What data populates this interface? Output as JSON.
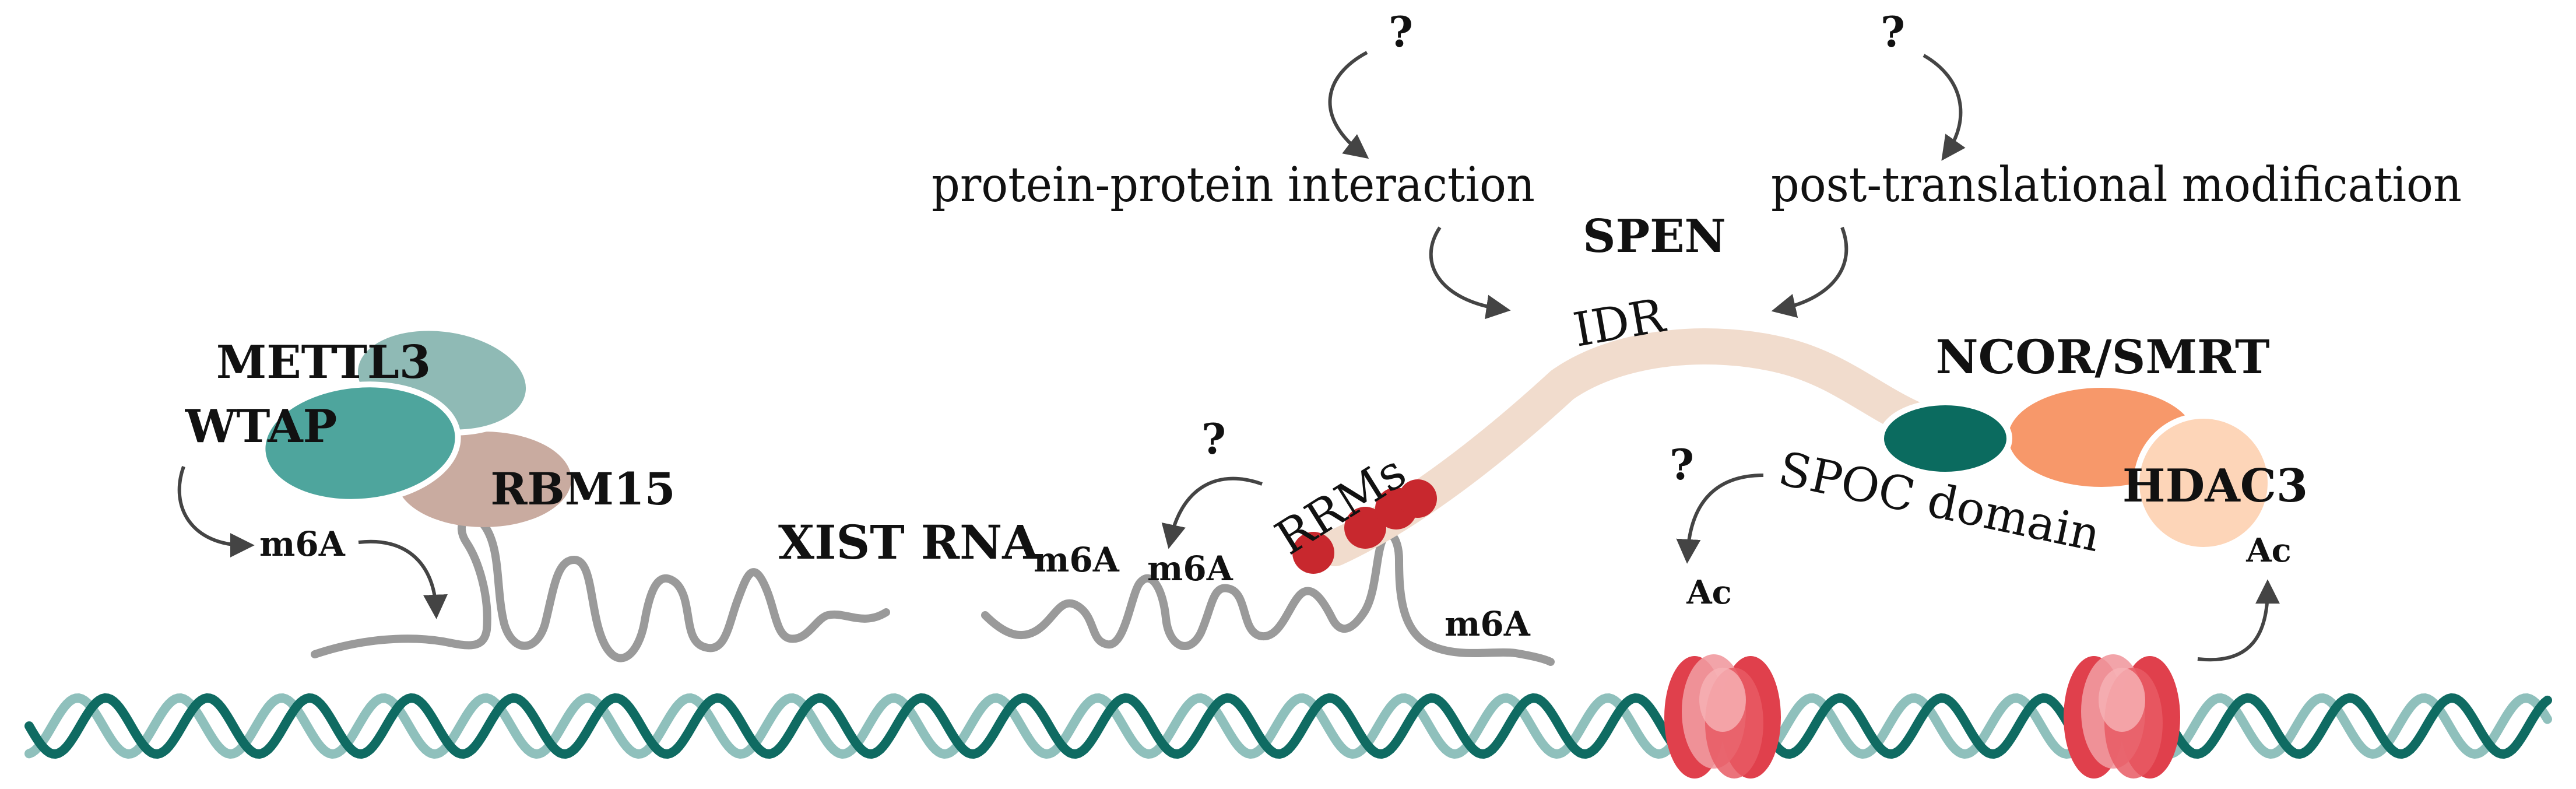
{
  "labels": {
    "question_marks": [
      "?",
      "?",
      "?",
      "?"
    ],
    "protein_protein_interaction": "protein-protein interaction",
    "post_translational_modification": "post-translational modification",
    "spen": "SPEN",
    "idr": "IDR",
    "ncor_smrt": "NCOR/SMRT",
    "hdac3": "HDAC3",
    "spoc_domain": "SPOC domain",
    "rrms": "RRMs",
    "mettl3": "METTL3",
    "wtap": "WTAP",
    "rbm15": "RBM15",
    "xist_rna": "XIST RNA",
    "xist_subscript": "m6A",
    "m6a": "m6A",
    "ac": "Ac"
  },
  "colors": {
    "dna_dark": "#0f6b62",
    "dna_light": "#8fc0bc",
    "rna": "#9a9a9a",
    "spen_idr": "#f1dccd",
    "rrm_red": "#c8282e",
    "spoc_green": "#0b6b5f",
    "ncor_orange": "#f7986a",
    "hdac3_peach": "#fdd5b8",
    "mettl3_teal": "#8fbab5",
    "wtap_teal": "#4ea59d",
    "rbm15_taupe": "#c9aba0",
    "nucleosome": "#e8626b",
    "arrow": "#444444"
  }
}
